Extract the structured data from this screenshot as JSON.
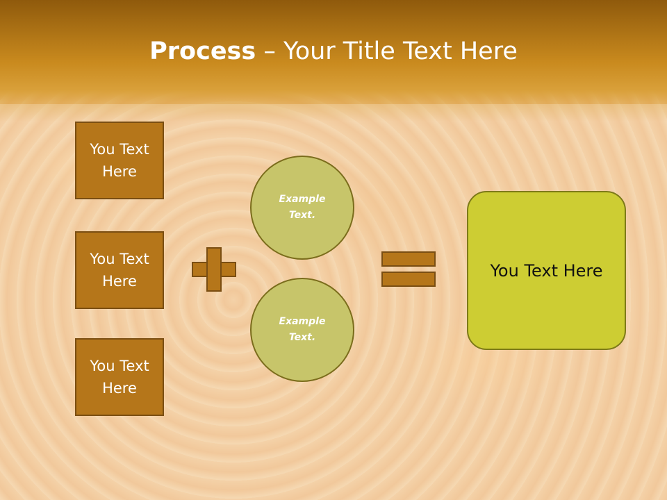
{
  "title": {
    "bold": "Process",
    "rest": " – Your Title Text Here"
  },
  "left_boxes": [
    {
      "label": "You Text Here"
    },
    {
      "label": "You Text Here"
    },
    {
      "label": "You Text Here"
    }
  ],
  "circles": [
    {
      "label": "Example Text."
    },
    {
      "label": "Example Text."
    }
  ],
  "result": {
    "label": "You Text Here"
  },
  "colors": {
    "header_dark": "#8f5a0c",
    "box_fill": "#b5761a",
    "circle_fill": "#c7c56a",
    "result_fill": "#cdcd33"
  },
  "icons": [
    "plus-sign-icon",
    "equals-sign-icon"
  ]
}
